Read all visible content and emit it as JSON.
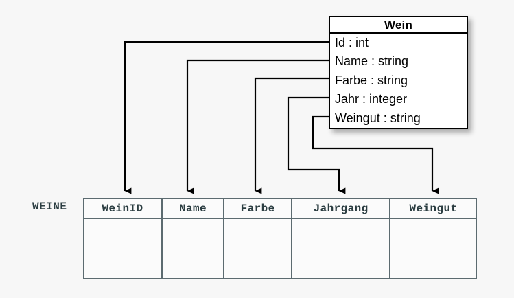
{
  "diagram": {
    "title_hidden": "",
    "background_color": "#f7f7f7",
    "line_color": "#000000",
    "table_border_color": "#5c6b70",
    "table_text_color": "#2b3d41"
  },
  "uml_class": {
    "name": "Wein",
    "attributes": [
      {
        "label": "Id : int",
        "field": "Id",
        "type": "int"
      },
      {
        "label": "Name : string",
        "field": "Name",
        "type": "string"
      },
      {
        "label": "Farbe : string",
        "field": "Farbe",
        "type": "string"
      },
      {
        "label": "Jahr : integer",
        "field": "Jahr",
        "type": "integer"
      },
      {
        "label": "Weingut : string",
        "field": "Weingut",
        "type": "string"
      }
    ]
  },
  "relation_table": {
    "name": "WEINE",
    "columns": [
      {
        "header": "WeinID"
      },
      {
        "header": "Name"
      },
      {
        "header": "Farbe"
      },
      {
        "header": "Jahrgang"
      },
      {
        "header": "Weingut"
      }
    ],
    "rows": [
      {
        "cells": [
          "",
          "",
          "",
          "",
          ""
        ]
      }
    ]
  },
  "mappings": [
    {
      "from": "Id",
      "to": "WeinID"
    },
    {
      "from": "Name",
      "to": "Name"
    },
    {
      "from": "Farbe",
      "to": "Farbe"
    },
    {
      "from": "Jahr",
      "to": "Jahrgang"
    },
    {
      "from": "Weingut",
      "to": "Weingut"
    }
  ]
}
